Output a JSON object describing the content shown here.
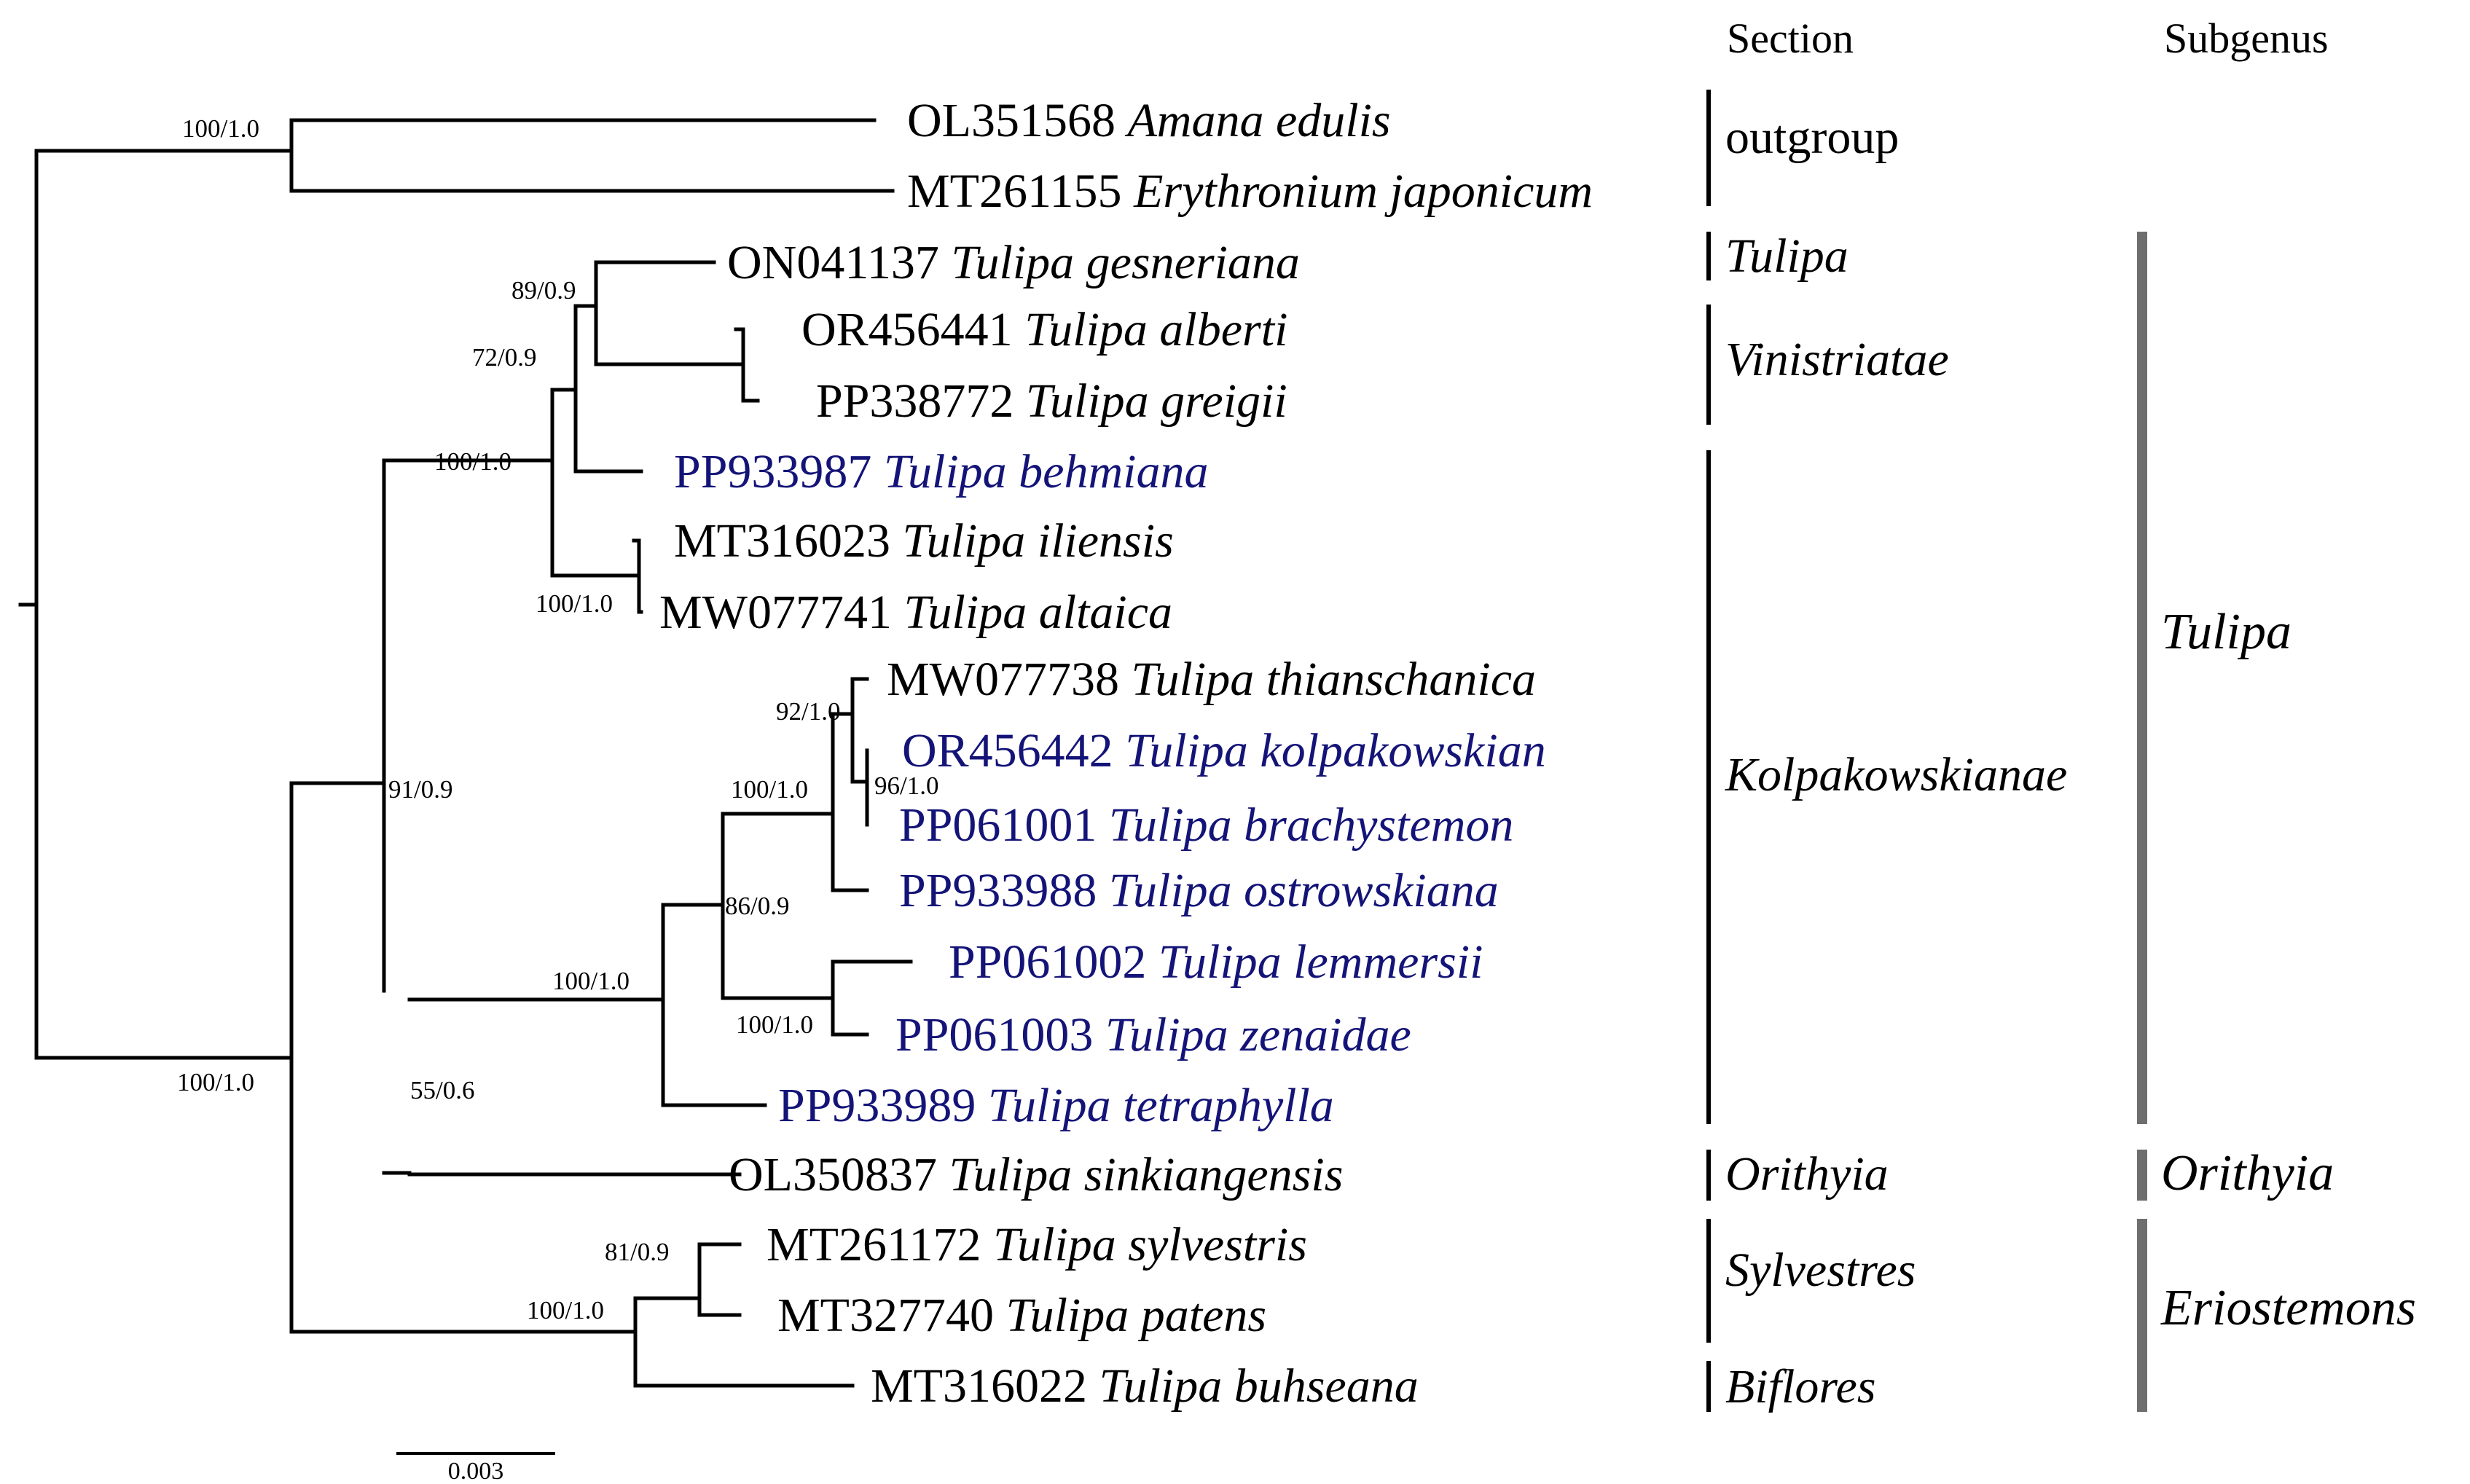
{
  "colors": {
    "branch": "#000000",
    "tip_default": "#000000",
    "tip_highlight": "#141478",
    "bar_section": "#000000",
    "bar_subgenus": "#6e6e6e"
  },
  "headers": {
    "section": "Section",
    "subgenus": "Subgenus"
  },
  "tips": [
    {
      "accession": "OL351568",
      "species": "Amana edulis",
      "highlight": false
    },
    {
      "accession": "MT261155",
      "species": "Erythronium japonicum",
      "highlight": false
    },
    {
      "accession": "ON041137",
      "species": "Tulipa gesneriana",
      "highlight": false
    },
    {
      "accession": "OR456441",
      "species": "Tulipa alberti",
      "highlight": false
    },
    {
      "accession": "PP338772",
      "species": "Tulipa greigii",
      "highlight": false
    },
    {
      "accession": "PP933987",
      "species": "Tulipa behmiana",
      "highlight": true
    },
    {
      "accession": "MT316023",
      "species": "Tulipa iliensis",
      "highlight": false
    },
    {
      "accession": "MW077741",
      "species": "Tulipa altaica",
      "highlight": false
    },
    {
      "accession": "MW077738",
      "species": "Tulipa thianschanica",
      "highlight": false
    },
    {
      "accession": "OR456442",
      "species": "Tulipa kolpakowskian",
      "highlight": true
    },
    {
      "accession": "PP061001",
      "species": "Tulipa brachystemon",
      "highlight": true
    },
    {
      "accession": "PP933988",
      "species": "Tulipa ostrowskiana",
      "highlight": true
    },
    {
      "accession": "PP061002",
      "species": "Tulipa lemmersii",
      "highlight": true
    },
    {
      "accession": "PP061003",
      "species": "Tulipa zenaidae",
      "highlight": true
    },
    {
      "accession": "PP933989",
      "species": "Tulipa tetraphylla",
      "highlight": true
    },
    {
      "accession": "OL350837",
      "species": "Tulipa sinkiangensis",
      "highlight": false
    },
    {
      "accession": "MT261172",
      "species": "Tulipa sylvestris",
      "highlight": false
    },
    {
      "accession": "MT327740",
      "species": "Tulipa patens",
      "highlight": false
    },
    {
      "accession": "MT316022",
      "species": "Tulipa buhseana",
      "highlight": false
    }
  ],
  "support_values": [
    "100/1.0",
    "100/1.0",
    "100/1.0",
    "91/0.9",
    "72/0.9",
    "89/0.9",
    "100/1.0",
    "55/0.6",
    "100/1.0",
    "100/1.0",
    "92/1.0",
    "96/1.0",
    "86/0.9",
    "100/1.0",
    "81/0.9",
    "100/1.0"
  ],
  "sections": [
    {
      "name": "outgroup",
      "italic": false
    },
    {
      "name": "Tulipa",
      "italic": true
    },
    {
      "name": "Vinistriatae",
      "italic": true
    },
    {
      "name": "Kolpakowskianae",
      "italic": true
    },
    {
      "name": "Orithyia",
      "italic": true
    },
    {
      "name": "Sylvestres",
      "italic": true
    },
    {
      "name": "Biflores",
      "italic": true
    }
  ],
  "subgenera": [
    {
      "name": "Tulipa"
    },
    {
      "name": "Orithyia"
    },
    {
      "name": "Eriostemons"
    }
  ],
  "scale_bar": {
    "label": "0.003"
  }
}
